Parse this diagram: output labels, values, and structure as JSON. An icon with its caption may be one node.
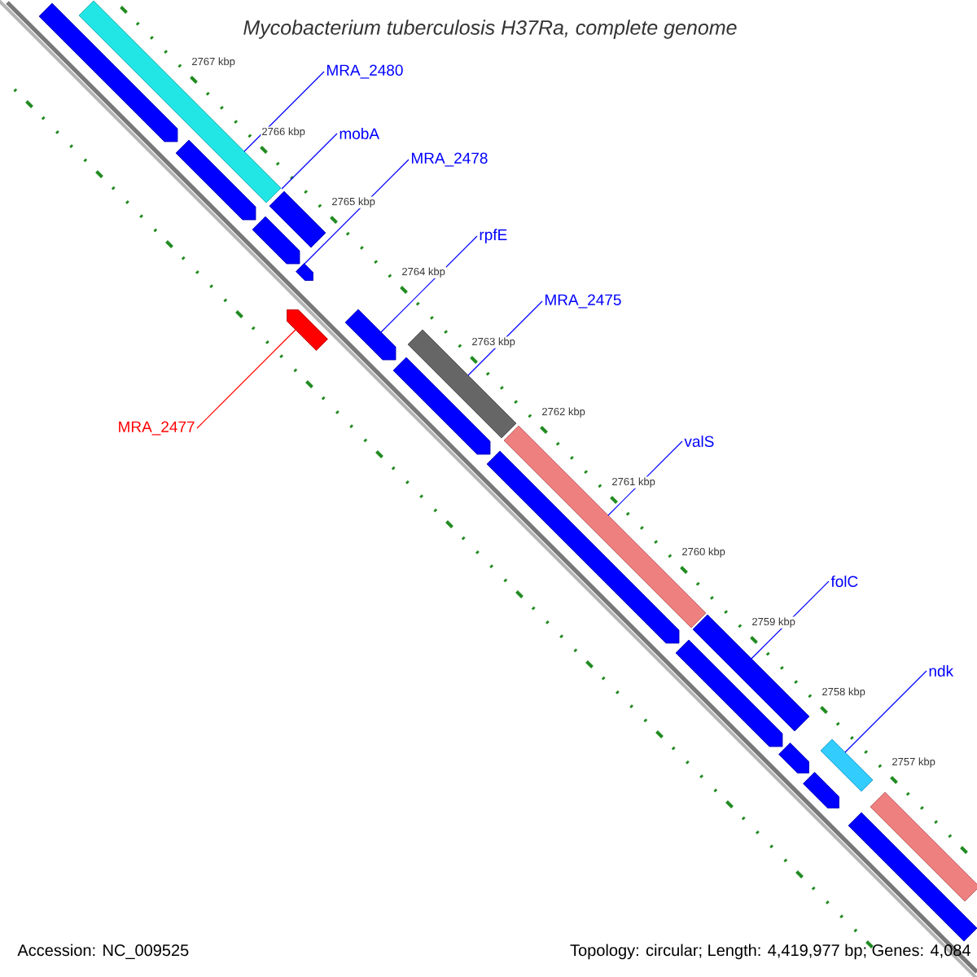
{
  "diagram": {
    "title": "*Mycobacterium tuberculosis* H37Ra, complete genome",
    "nodes": [
      {
        "text": [
          "MRA_2480"
        ]
      },
      {
        "text": [],
        "shape": "bar"
      },
      {
        "text": [
          "mobA"
        ]
      },
      {
        "text": [],
        "shape": "bar"
      },
      {
        "text": [
          "MRA_2478"
        ]
      },
      {
        "text": [],
        "shape": "arrow"
      },
      {
        "text": [
          "rpfE"
        ]
      },
      {
        "text": [],
        "shape": "arrow"
      },
      {
        "text": [
          "MRA_2475"
        ]
      },
      {
        "text": [],
        "shape": "bar"
      },
      {
        "text": [
          "MRA_2477"
        ]
      },
      {
        "text": [],
        "shape": "arrow"
      },
      {
        "text": [
          "valS"
        ]
      },
      {
        "text": [],
        "shape": "bar"
      },
      {
        "text": [
          "folC"
        ]
      },
      {
        "text": [],
        "shape": "bar"
      },
      {
        "text": [
          "ndk"
        ]
      },
      {
        "text": [],
        "shape": "bar"
      },
      {
        "text": [],
        "shape": "arrow"
      },
      {
        "text": [],
        "shape": "arrow"
      },
      {
        "text": [],
        "shape": "arrow"
      },
      {
        "text": [],
        "shape": "arrow"
      },
      {
        "text": [],
        "shape": "arrow"
      },
      {
        "text": [],
        "shape": "arrow"
      },
      {
        "text": [],
        "shape": "arrow"
      },
      {
        "text": [],
        "shape": "arrow"
      },
      {
        "text": [],
        "shape": "bar"
      },
      {
        "text": [],
        "shape": "bar"
      }
    ],
    "edges": [
      {
        "from": 0,
        "to": 1,
        "arrow": "none"
      },
      {
        "from": 2,
        "to": 3,
        "arrow": "none"
      },
      {
        "from": 4,
        "to": 5,
        "arrow": "none"
      },
      {
        "from": 6,
        "to": 7,
        "arrow": "none"
      },
      {
        "from": 8,
        "to": 9,
        "arrow": "none"
      },
      {
        "from": 10,
        "to": 11,
        "arrow": "none",
        "color": "#ff0000"
      },
      {
        "from": 12,
        "to": 13,
        "arrow": "none"
      },
      {
        "from": 14,
        "to": 15,
        "arrow": "none"
      },
      {
        "from": 16,
        "to": 17,
        "arrow": "none"
      }
    ],
    "labels": [
      "2767 kbp",
      "2766 kbp",
      "2765 kbp",
      "2764 kbp",
      "2763 kbp",
      "2762 kbp",
      "2761 kbp",
      "2760 kbp",
      "2759 kbp",
      "2758 kbp",
      "2757 kbp",
      "Accession: NC_009525",
      "Topology: circular; Length: 4,419,977 bp; Genes: 4,084"
    ]
  }
}
